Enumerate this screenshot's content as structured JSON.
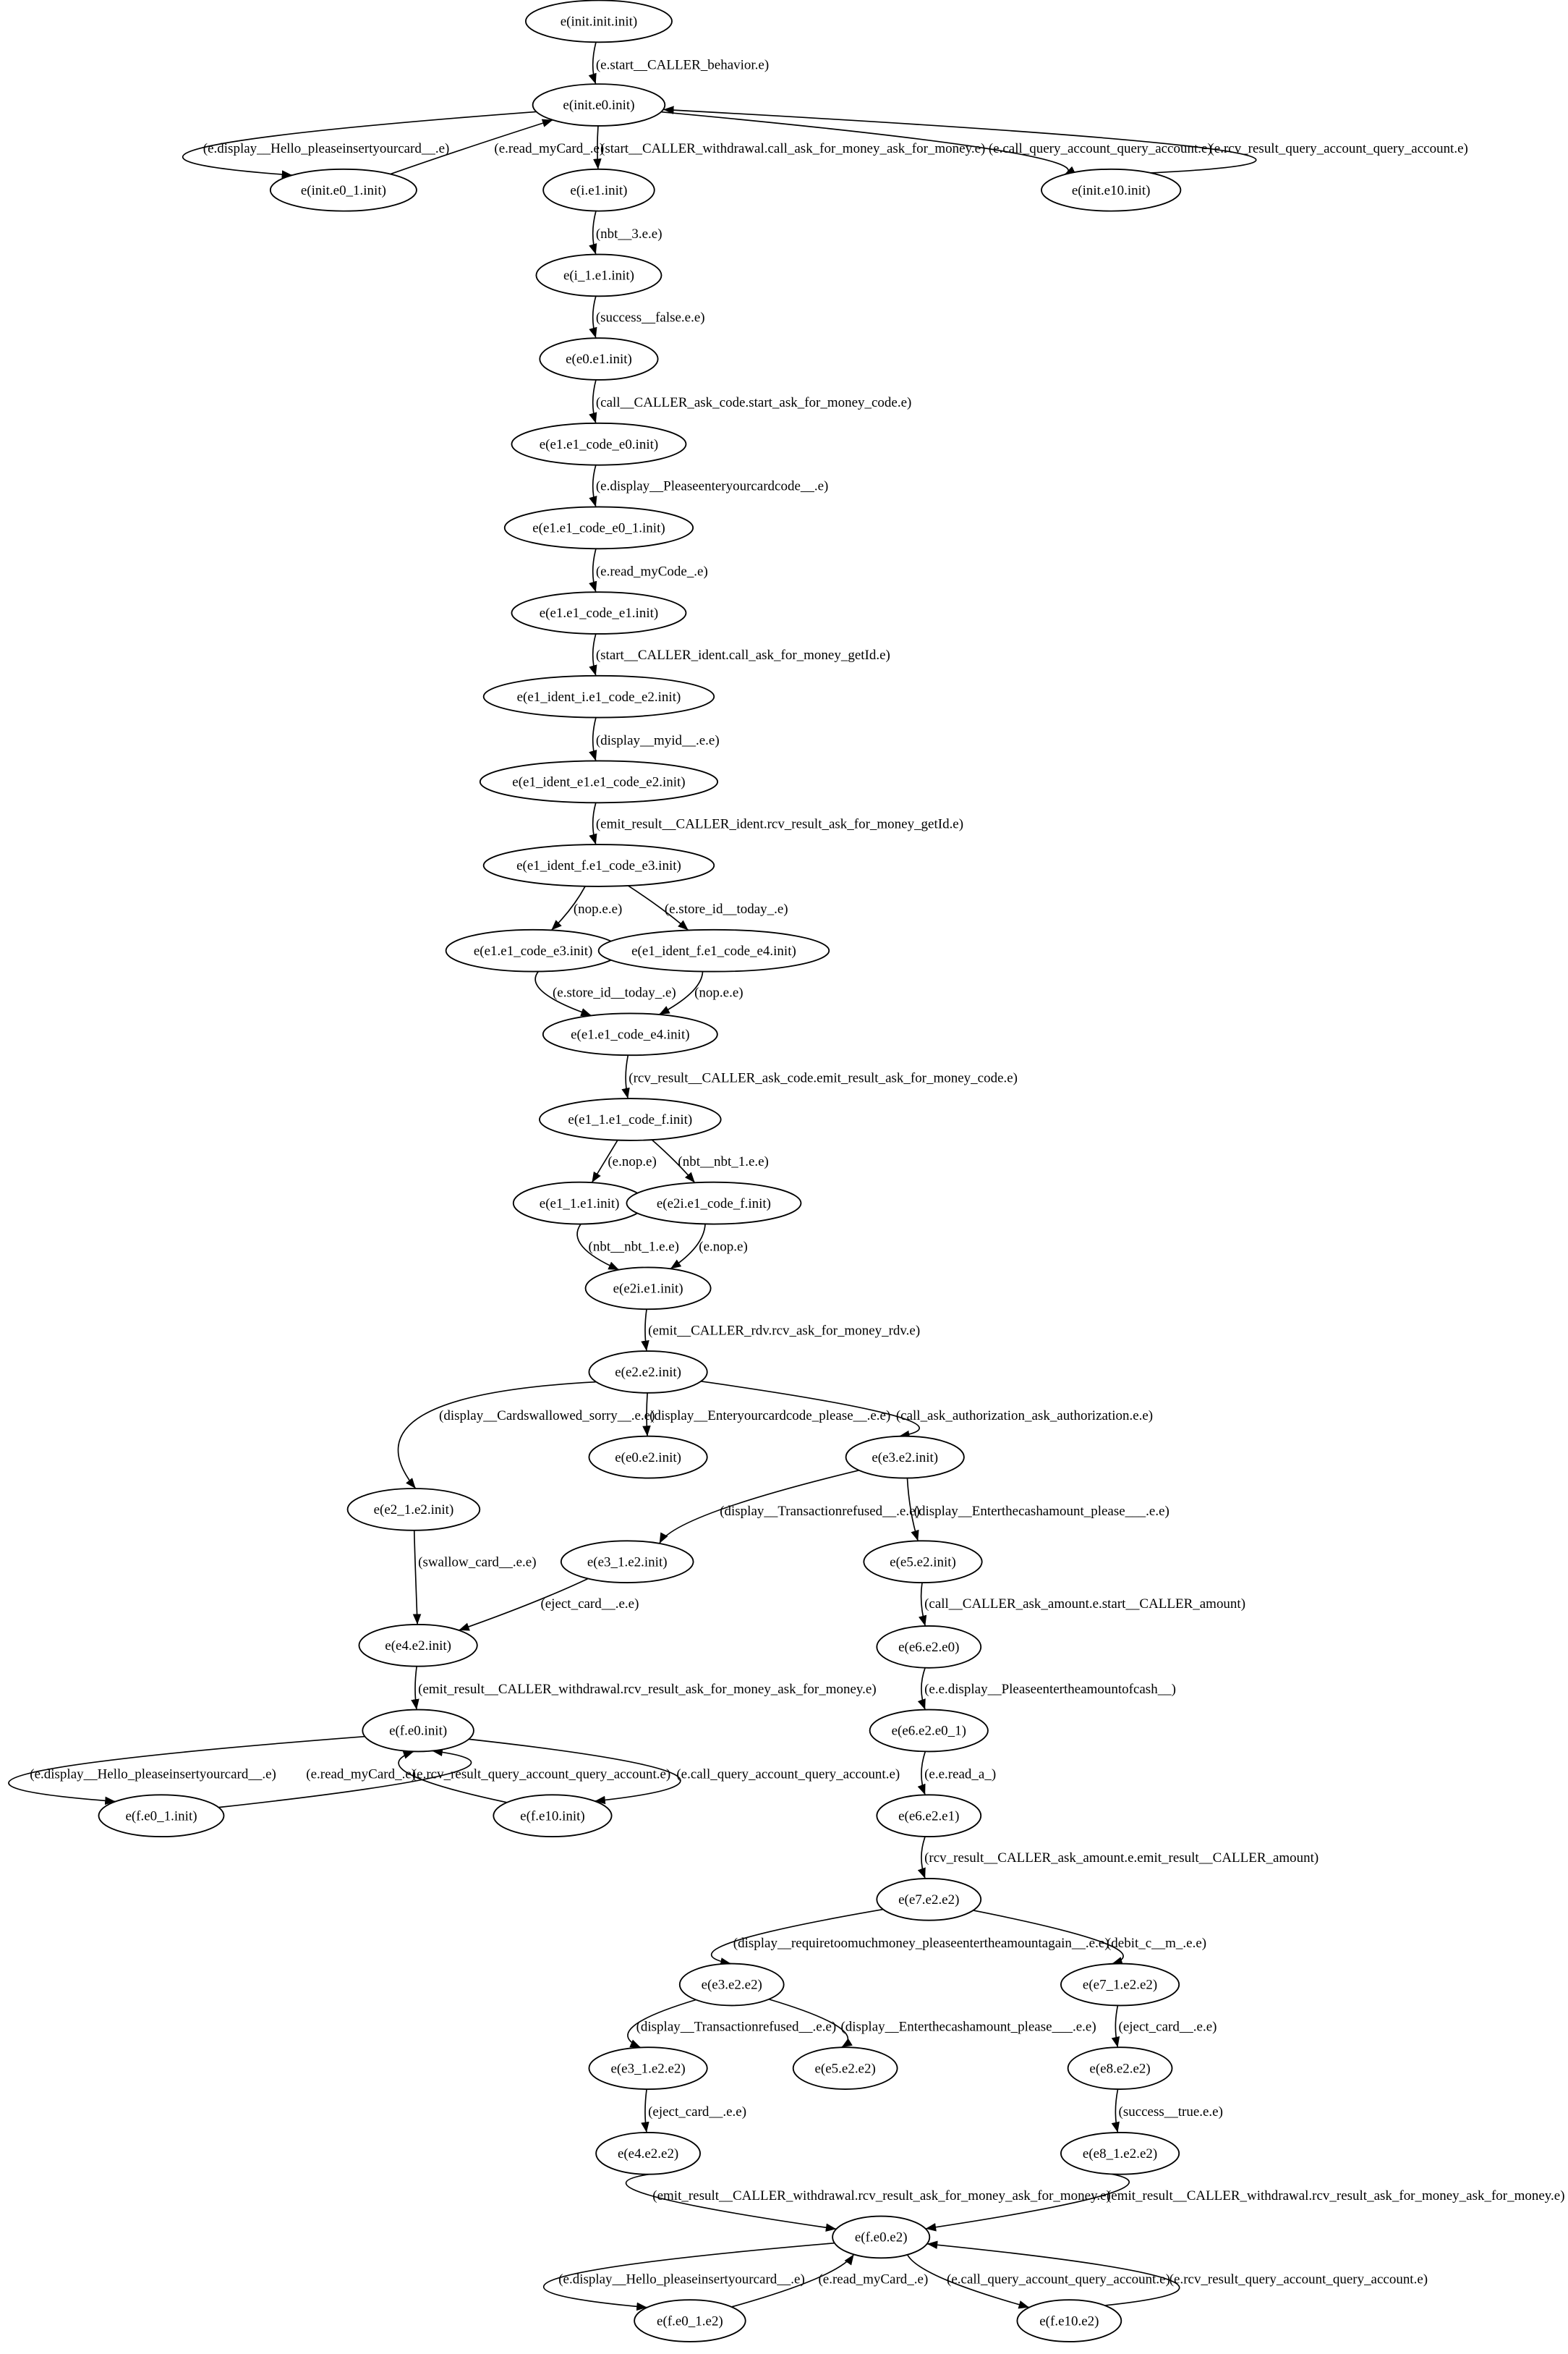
{
  "graph": {
    "nodes": [
      "e(init.init.init)",
      "e(init.e0.init)",
      "e(init.e0_1.init)",
      "e(i.e1.init)",
      "e(init.e10.init)",
      "e(i_1.e1.init)",
      "e(e0.e1.init)",
      "e(e1.e1_code_e0.init)",
      "e(e1.e1_code_e0_1.init)",
      "e(e1.e1_code_e1.init)",
      "e(e1_ident_i.e1_code_e2.init)",
      "e(e1_ident_e1.e1_code_e2.init)",
      "e(e1_ident_f.e1_code_e3.init)",
      "e(e1.e1_code_e3.init)",
      "e(e1_ident_f.e1_code_e4.init)",
      "e(e1.e1_code_e4.init)",
      "e(e1_1.e1_code_f.init)",
      "e(e1_1.e1.init)",
      "e(e2i.e1_code_f.init)",
      "e(e2i.e1.init)",
      "e(e2.e2.init)",
      "e(e2_1.e2.init)",
      "e(e0.e2.init)",
      "e(e3.e2.init)",
      "e(e3_1.e2.init)",
      "e(e5.e2.init)",
      "e(e4.e2.init)",
      "e(e6.e2.e0)",
      "e(f.e0.init)",
      "e(e6.e2.e0_1)",
      "e(f.e0_1.init)",
      "e(f.e10.init)",
      "e(e6.e2.e1)",
      "e(e7.e2.e2)",
      "e(e3.e2.e2)",
      "e(e7_1.e2.e2)",
      "e(e3_1.e2.e2)",
      "e(e5.e2.e2)",
      "e(e8.e2.e2)",
      "e(e4.e2.e2)",
      "e(e8_1.e2.e2)",
      "e(f.e0.e2)",
      "e(f.e0_1.e2)",
      "e(f.e10.e2)"
    ],
    "edges": [
      {
        "from": 0,
        "to": 1,
        "label": "(e.start__CALLER_behavior.e)"
      },
      {
        "from": 1,
        "to": 2,
        "label": "(e.display__Hello_pleaseinsertyourcard__.e)"
      },
      {
        "from": 2,
        "to": 1,
        "label": "(e.read_myCard_.e)"
      },
      {
        "from": 1,
        "to": 3,
        "label": "(start__CALLER_withdrawal.call_ask_for_money_ask_for_money.e)"
      },
      {
        "from": 1,
        "to": 4,
        "label": "(e.call_query_account_query_account.e)"
      },
      {
        "from": 4,
        "to": 1,
        "label": "(e.rcv_result_query_account_query_account.e)"
      },
      {
        "from": 3,
        "to": 5,
        "label": "(nbt__3.e.e)"
      },
      {
        "from": 5,
        "to": 6,
        "label": "(success__false.e.e)"
      },
      {
        "from": 6,
        "to": 7,
        "label": "(call__CALLER_ask_code.start_ask_for_money_code.e)"
      },
      {
        "from": 7,
        "to": 8,
        "label": "(e.display__Pleaseenteryourcardcode__.e)"
      },
      {
        "from": 8,
        "to": 9,
        "label": "(e.read_myCode_.e)"
      },
      {
        "from": 9,
        "to": 10,
        "label": "(start__CALLER_ident.call_ask_for_money_getId.e)"
      },
      {
        "from": 10,
        "to": 11,
        "label": "(display__myid__.e.e)"
      },
      {
        "from": 11,
        "to": 12,
        "label": "(emit_result__CALLER_ident.rcv_result_ask_for_money_getId.e)"
      },
      {
        "from": 12,
        "to": 13,
        "label": "(nop.e.e)"
      },
      {
        "from": 12,
        "to": 14,
        "label": "(e.store_id__today_.e)"
      },
      {
        "from": 13,
        "to": 15,
        "label": "(e.store_id__today_.e)"
      },
      {
        "from": 14,
        "to": 15,
        "label": "(nop.e.e)"
      },
      {
        "from": 15,
        "to": 16,
        "label": "(rcv_result__CALLER_ask_code.emit_result_ask_for_money_code.e)"
      },
      {
        "from": 16,
        "to": 17,
        "label": "(e.nop.e)"
      },
      {
        "from": 16,
        "to": 18,
        "label": "(nbt__nbt_1.e.e)"
      },
      {
        "from": 17,
        "to": 19,
        "label": "(nbt__nbt_1.e.e)"
      },
      {
        "from": 18,
        "to": 19,
        "label": "(e.nop.e)"
      },
      {
        "from": 19,
        "to": 20,
        "label": "(emit__CALLER_rdv.rcv_ask_for_money_rdv.e)"
      },
      {
        "from": 20,
        "to": 21,
        "label": "(display__Cardswallowed_sorry__.e.e)"
      },
      {
        "from": 20,
        "to": 22,
        "label": "(display__Enteryourcardcode_please__.e.e)"
      },
      {
        "from": 20,
        "to": 23,
        "label": "(call_ask_authorization_ask_authorization.e.e)"
      },
      {
        "from": 23,
        "to": 24,
        "label": "(display__Transactionrefused__.e.e)"
      },
      {
        "from": 23,
        "to": 25,
        "label": "(display__Enterthecashamount_please___.e.e)"
      },
      {
        "from": 21,
        "to": 26,
        "label": "(swallow_card__.e.e)"
      },
      {
        "from": 24,
        "to": 26,
        "label": "(eject_card__.e.e)"
      },
      {
        "from": 25,
        "to": 27,
        "label": "(call__CALLER_ask_amount.e.start__CALLER_amount)"
      },
      {
        "from": 26,
        "to": 28,
        "label": "(emit_result__CALLER_withdrawal.rcv_result_ask_for_money_ask_for_money.e)"
      },
      {
        "from": 27,
        "to": 29,
        "label": "(e.e.display__Pleaseentertheamountofcash__)"
      },
      {
        "from": 28,
        "to": 30,
        "label": "(e.display__Hello_pleaseinsertyourcard__.e)"
      },
      {
        "from": 30,
        "to": 28,
        "label": "(e.read_myCard_.e)"
      },
      {
        "from": 31,
        "to": 28,
        "label": "(e.rcv_result_query_account_query_account.e)"
      },
      {
        "from": 28,
        "to": 31,
        "label": "(e.call_query_account_query_account.e)"
      },
      {
        "from": 29,
        "to": 32,
        "label": "(e.e.read_a_)"
      },
      {
        "from": 32,
        "to": 33,
        "label": "(rcv_result__CALLER_ask_amount.e.emit_result__CALLER_amount)"
      },
      {
        "from": 33,
        "to": 34,
        "label": "(display__requiretoomuchmoney_pleaseentertheamountagain__.e.e)"
      },
      {
        "from": 33,
        "to": 35,
        "label": "(debit_c__m_.e.e)"
      },
      {
        "from": 34,
        "to": 36,
        "label": "(display__Transactionrefused__.e.e)"
      },
      {
        "from": 34,
        "to": 37,
        "label": "(display__Enterthecashamount_please___.e.e)"
      },
      {
        "from": 35,
        "to": 38,
        "label": "(eject_card__.e.e)"
      },
      {
        "from": 36,
        "to": 39,
        "label": "(eject_card__.e.e)"
      },
      {
        "from": 38,
        "to": 40,
        "label": "(success__true.e.e)"
      },
      {
        "from": 39,
        "to": 41,
        "label": "(emit_result__CALLER_withdrawal.rcv_result_ask_for_money_ask_for_money.e)"
      },
      {
        "from": 40,
        "to": 41,
        "label": "(emit_result__CALLER_withdrawal.rcv_result_ask_for_money_ask_for_money.e)"
      },
      {
        "from": 41,
        "to": 42,
        "label": "(e.display__Hello_pleaseinsertyourcard__.e)"
      },
      {
        "from": 42,
        "to": 41,
        "label": "(e.read_myCard_.e)"
      },
      {
        "from": 41,
        "to": 43,
        "label": "(e.call_query_account_query_account.e)"
      },
      {
        "from": 43,
        "to": 41,
        "label": "(e.rcv_result_query_account_query_account.e)"
      }
    ]
  }
}
